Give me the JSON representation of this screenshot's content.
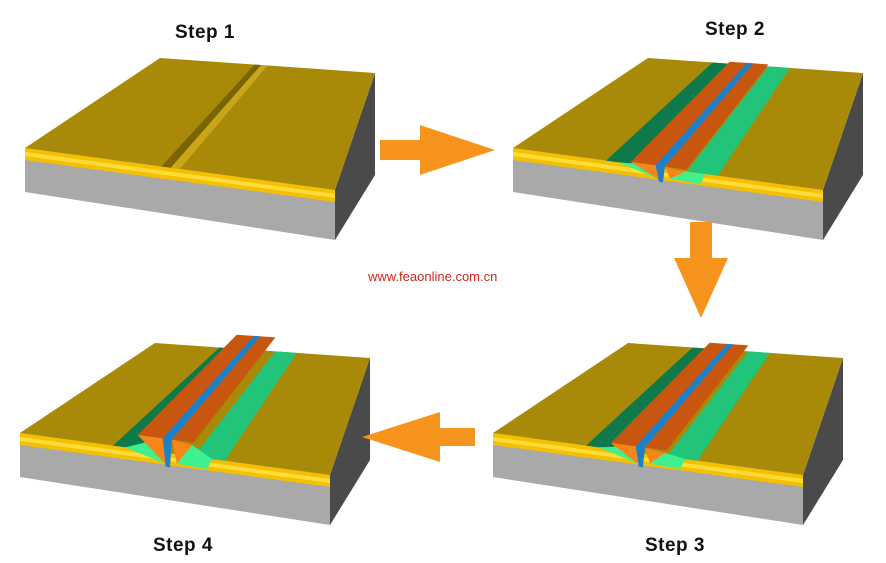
{
  "title_steps": [
    "Step 1",
    "Step 2",
    "Step 3",
    "Step 4"
  ],
  "watermark": "www.feaonline.com.cn",
  "colors": {
    "top": "#a88a08",
    "yellow_band": "#f5c000",
    "front": "#a9a9a9",
    "side": "#4a4a4a",
    "arrow": "#f7941d",
    "bead_orange": "#c8560e",
    "bead_blue": "#1f80c8",
    "haz_green": "#22c47a",
    "haz_dark_green": "#0e7a4c"
  }
}
